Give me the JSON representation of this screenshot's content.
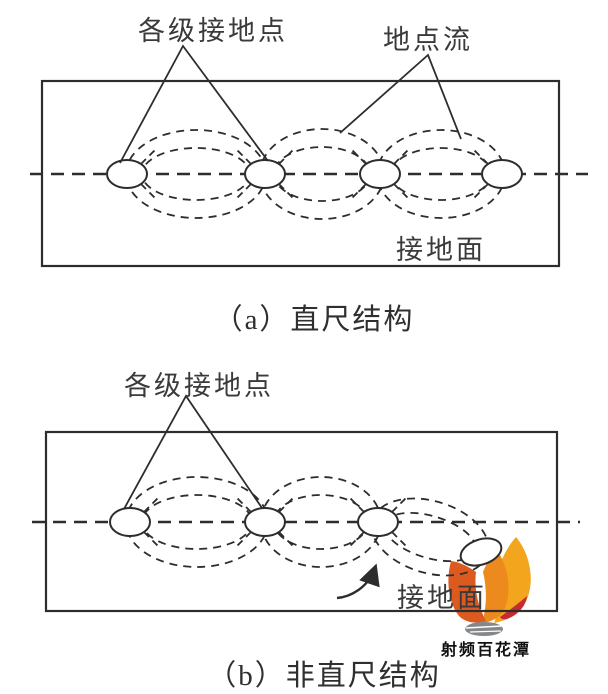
{
  "figure_a": {
    "label_ground_points": "各级接地点",
    "label_ground_current": "地点流",
    "label_ground_plane": "接地面",
    "caption": "（a）直尺结构"
  },
  "figure_b": {
    "label_ground_points": "各级接地点",
    "label_ground_plane": "接地面",
    "caption": "（b）非直尺结构"
  },
  "watermark": {
    "brand": "射频百花潭"
  },
  "colors": {
    "ink": "#2d2d2d",
    "flame_yellow": "#F2A51D",
    "flame_orange": "#EC8A1E",
    "flame_red_orange": "#DC5A1F",
    "flame_red": "#C42B33",
    "disc_grey": "#85878A"
  }
}
